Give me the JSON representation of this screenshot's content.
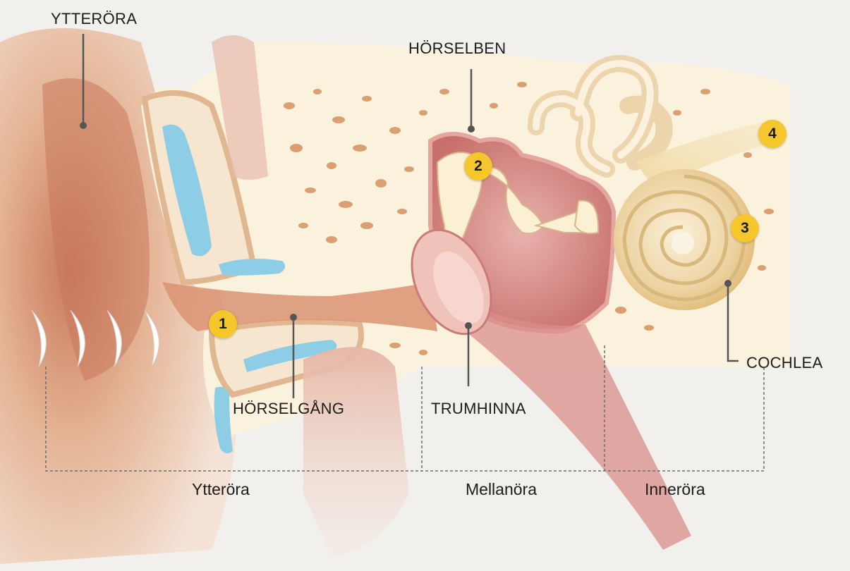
{
  "labels": {
    "outer_ear": "YTTERÖRA",
    "ossicles": "HÖRSELBEN",
    "ear_canal": "HÖRSELGÅNG",
    "eardrum": "TRUMHINNA",
    "cochlea": "COCHLEA"
  },
  "sections": {
    "outer": "Ytteröra",
    "middle": "Mellanöra",
    "inner": "Inneröra"
  },
  "badges": [
    "1",
    "2",
    "3",
    "4"
  ],
  "colors": {
    "badge": "#f5c72d",
    "skin": "#e9c2a5",
    "bone": "#fbf1dc",
    "middle_ear": "#d68a86",
    "fluid": "#8ecde6",
    "cochlea": "#f1d8a2",
    "leader": "#555555"
  }
}
